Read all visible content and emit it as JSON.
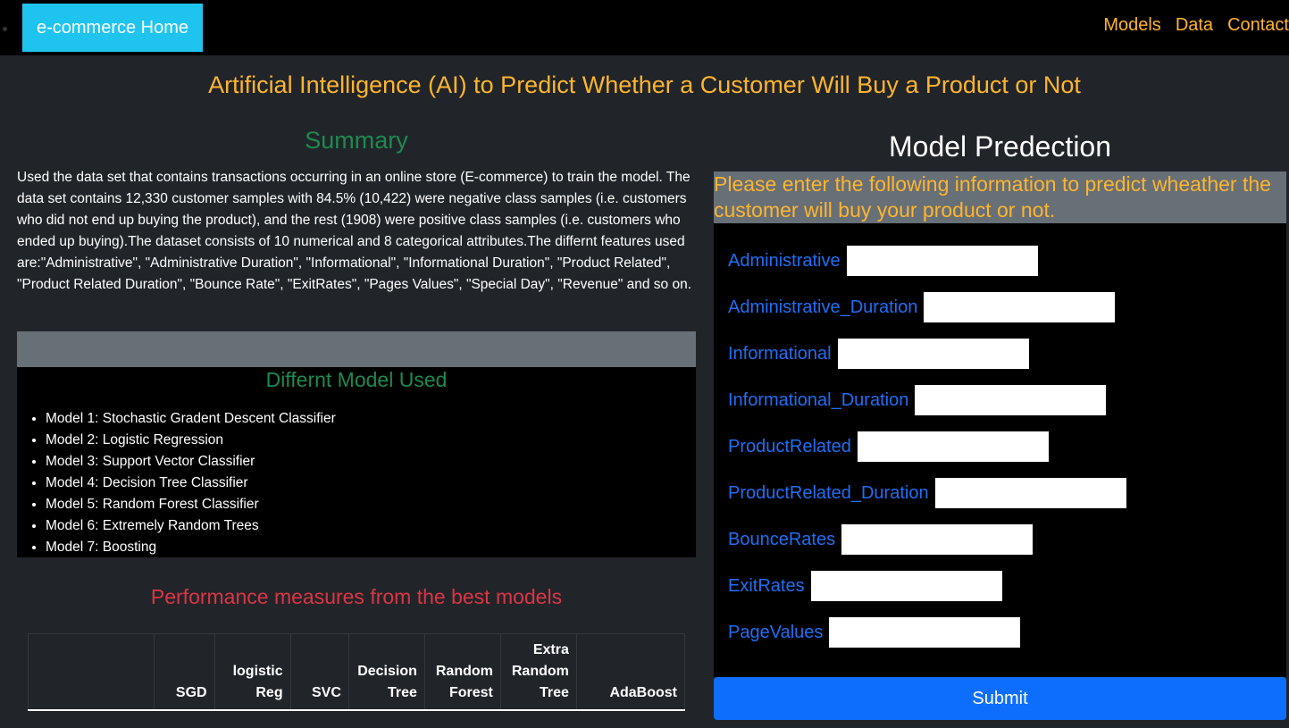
{
  "nav": {
    "brand": "e-commerce Home",
    "links": [
      "Models",
      "Data",
      "Contact"
    ]
  },
  "page_title": "Artificial Intelligence (AI) to Predict Whether a Customer Will Buy a Product or Not",
  "summary": {
    "title": "Summary",
    "text": "Used the data set that contains transactions occurring in an online store (E-commerce) to train the model. The data set contains 12,330 customer samples with 84.5% (10,422) were negative class samples (i.e. customers who did not end up buying the product), and the rest (1908) were positive class samples (i.e. customers who ended up buying).The dataset consists of 10 numerical and 8 categorical attributes.The differnt features used are:\"Administrative\", \"Administrative Duration\", \"Informational\", \"Informational Duration\", \"Product Related\", \"Product Related Duration\", \"Bounce Rate\", \"ExitRates\", \"Pages Values\", \"Special Day\", \"Revenue\" and so on."
  },
  "models": {
    "title": "Differnt Model Used",
    "items": [
      "Model 1: Stochastic Gradent Descent Classifier",
      "Model 2: Logistic Regression",
      "Model 3: Support Vector Classifier",
      "Model 4: Decision Tree Classifier",
      "Model 5: Random Forest Classifier",
      "Model 6: Extremely Random Trees",
      "Model 7: Boosting"
    ]
  },
  "performance": {
    "title": "Performance measures from the best models",
    "headers": [
      "",
      "SGD",
      "logistic Reg",
      "SVC",
      "Decision Tree",
      "Random Forest",
      "Extra Random Tree",
      "AdaBoost"
    ]
  },
  "prediction": {
    "title": "Model Predection",
    "instruction": "Please enter the following information to predict wheather the customer will buy your product or not.",
    "fields": [
      {
        "label": "Administrative",
        "value": ""
      },
      {
        "label": "Administrative_Duration",
        "value": ""
      },
      {
        "label": "Informational",
        "value": ""
      },
      {
        "label": "Informational_Duration",
        "value": ""
      },
      {
        "label": "ProductRelated",
        "value": ""
      },
      {
        "label": "ProductRelated_Duration",
        "value": ""
      },
      {
        "label": "BounceRates",
        "value": ""
      },
      {
        "label": "ExitRates",
        "value": ""
      },
      {
        "label": "PageValues",
        "value": ""
      }
    ],
    "submit_label": "Submit"
  },
  "colors": {
    "background": "#212529",
    "accent": "#ffb52e",
    "brand": "#1fc4ee",
    "green": "#1e8a4f",
    "red": "#dc3545",
    "blue": "#0d6efd"
  }
}
